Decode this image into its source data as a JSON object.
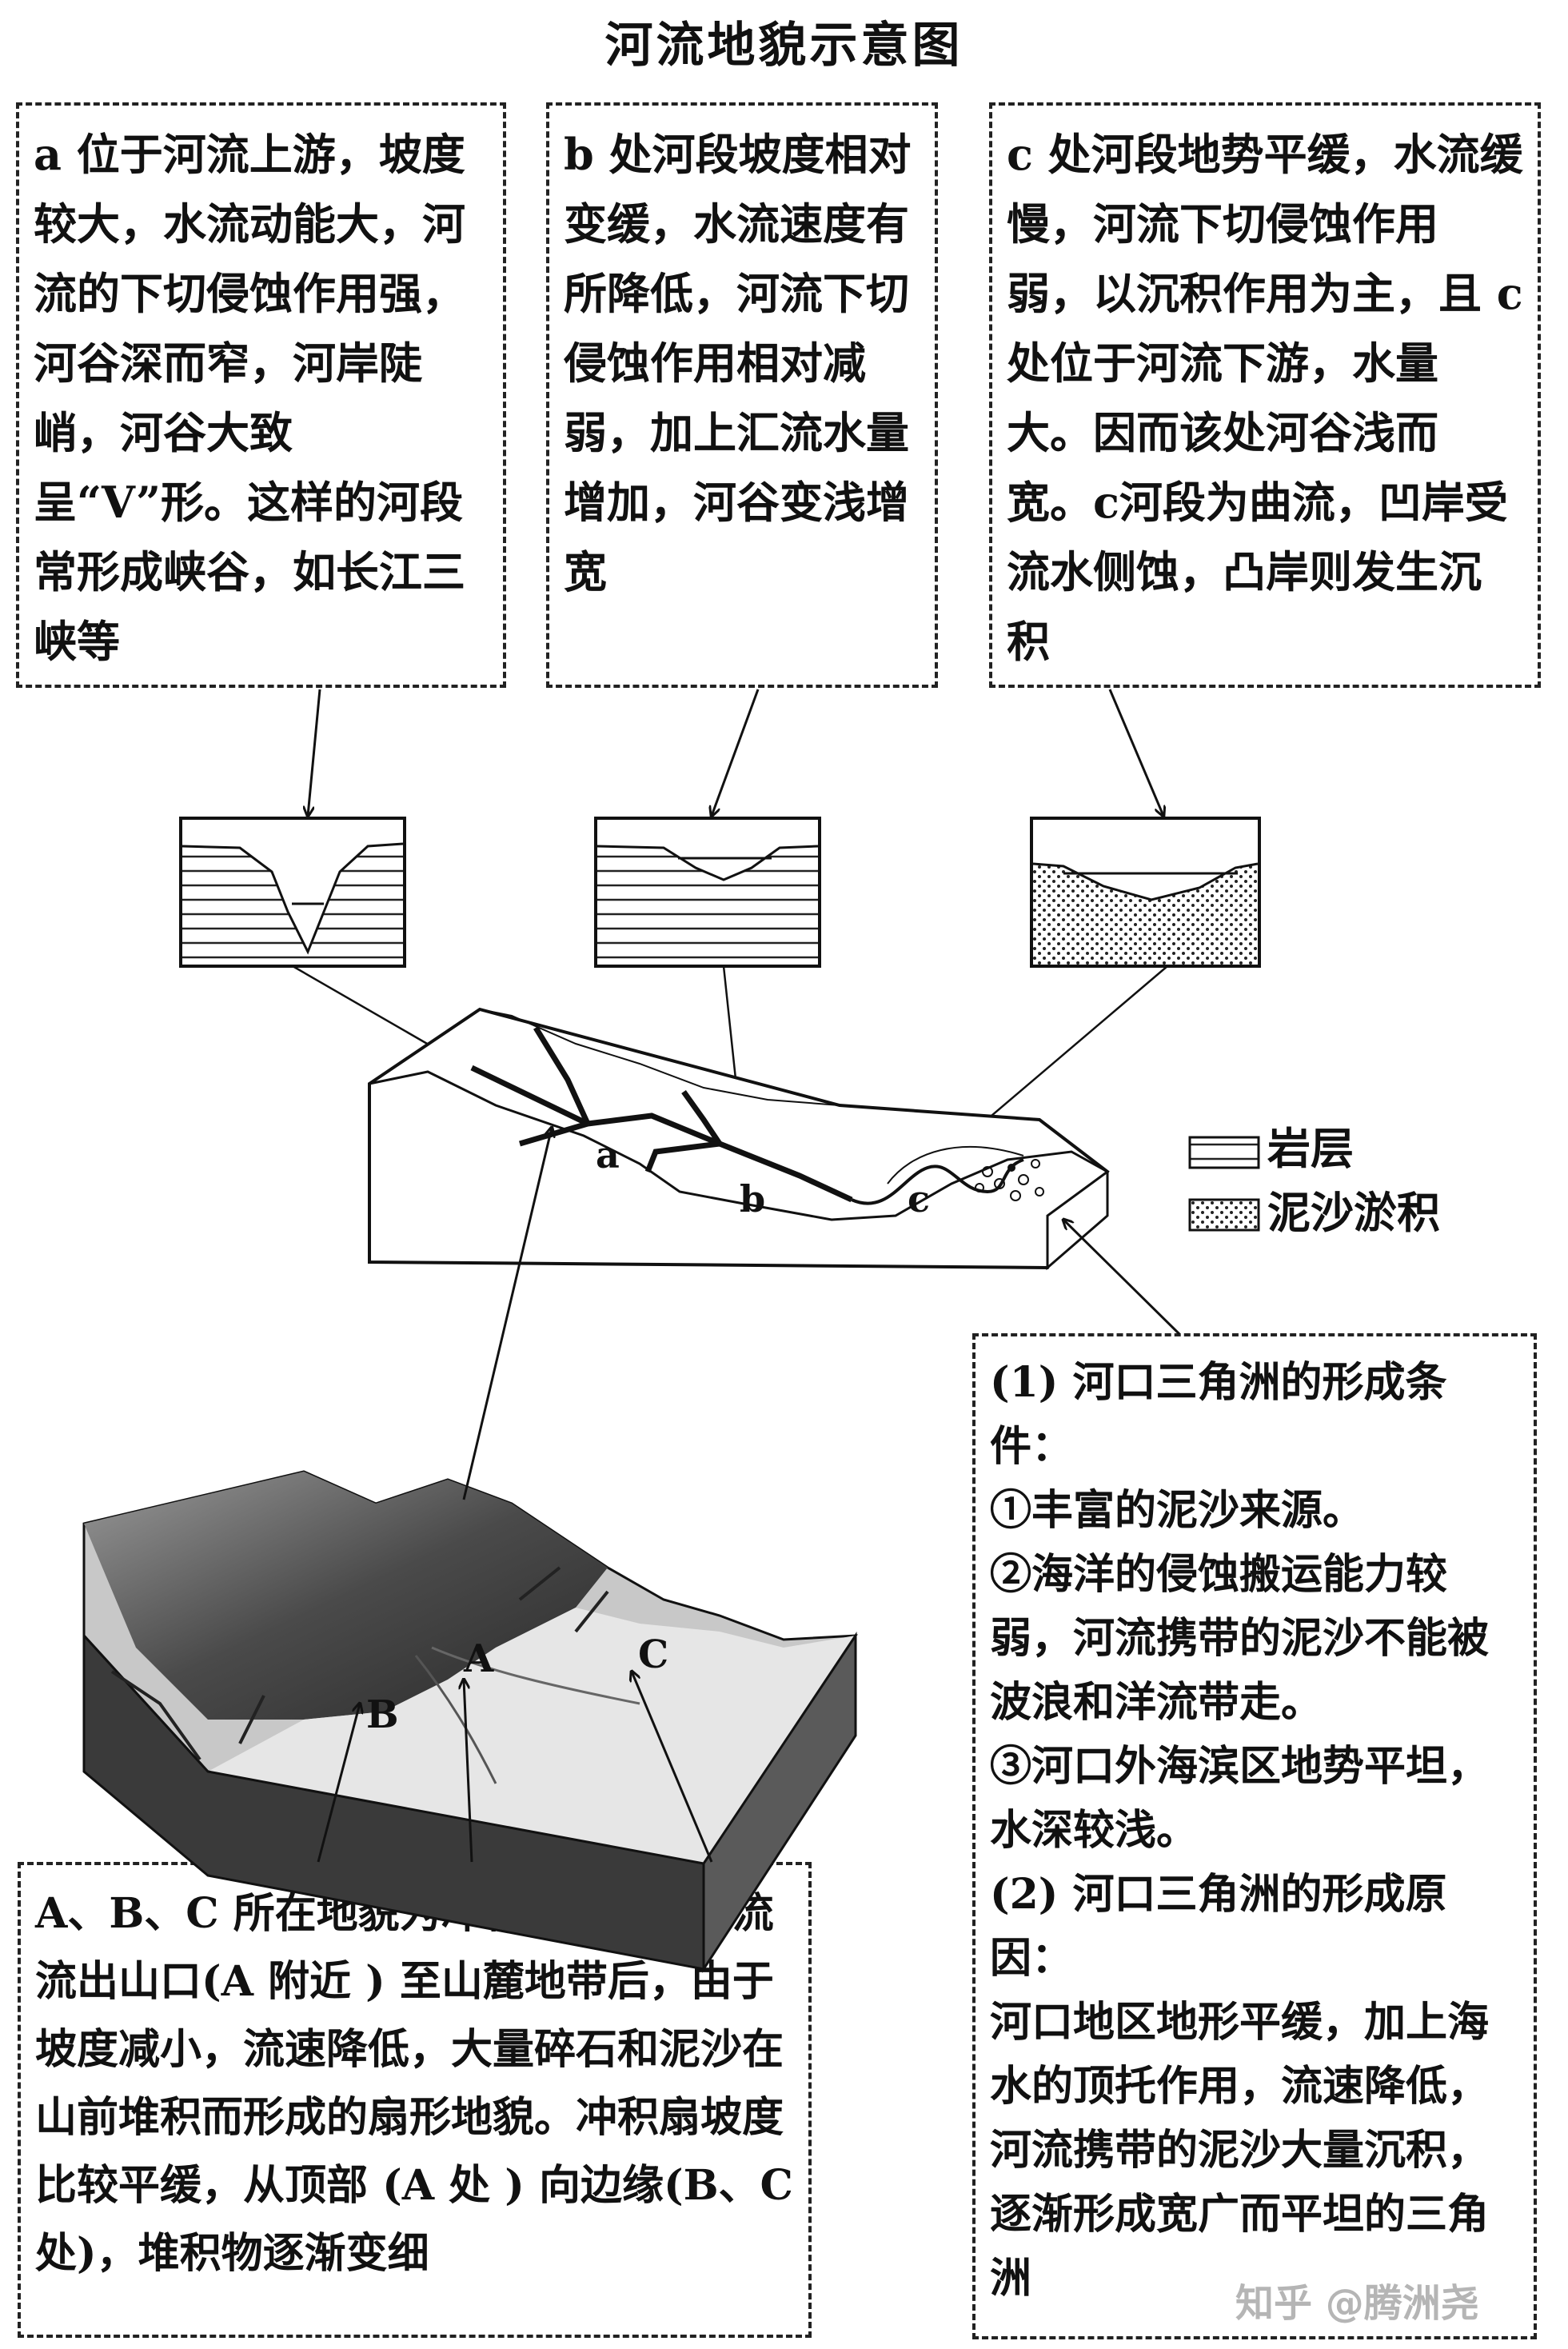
{
  "title": "河流地貌示意图",
  "boxes": {
    "a": "a 位于河流上游，坡度较大，水流动能大，河流的下切侵蚀作用强，河谷深而窄，河岸陡峭，河谷大致呈“V”形。这样的河段常形成峡谷，如长江三峡等",
    "b": "b 处河段坡度相对变缓，水流速度有所降低，河流下切侵蚀作用相对减弱，加上汇流水量增加，河谷变浅增宽",
    "c": "c 处河段地势平缓，水流缓慢，河流下切侵蚀作用弱，以沉积作用为主，且 c 处位于河流下游，水量大。因而该处河谷浅而宽。c河段为曲流，凹岸受流水侧蚀，凸岸则发生沉积",
    "delta": "(1) 河口三角洲的形成条件：\n①丰富的泥沙来源。\n②海洋的侵蚀搬运能力较弱，河流携带的泥沙不能被波浪和洋流带走。\n③河口外海滨区地势平坦，水深较浅。\n(2) 河口三角洲的形成原因：\n河口地区地形平缓，加上海水的顶托作用，流速降低，河流携带的泥沙大量沉积，逐渐形成宽广而平坦的三角洲",
    "fan": "A、B、C 所在地貌为冲积扇。它是河流流出山口(A 附近 ) 至山麓地带后，由于坡度减小，流速降低，大量碎石和泥沙在山前堆积而形成的扇形地貌。冲积扇坡度比较平缓，从顶部 (A 处 ) 向边缘(B、C处)，堆积物逐渐变细"
  },
  "labels": {
    "a": "a",
    "b": "b",
    "c": "c",
    "A": "A",
    "B": "B",
    "C": "C"
  },
  "legend": {
    "rock": "岩层",
    "sediment": "泥沙淤积"
  },
  "watermark": "知乎 @腾洲尧"
}
